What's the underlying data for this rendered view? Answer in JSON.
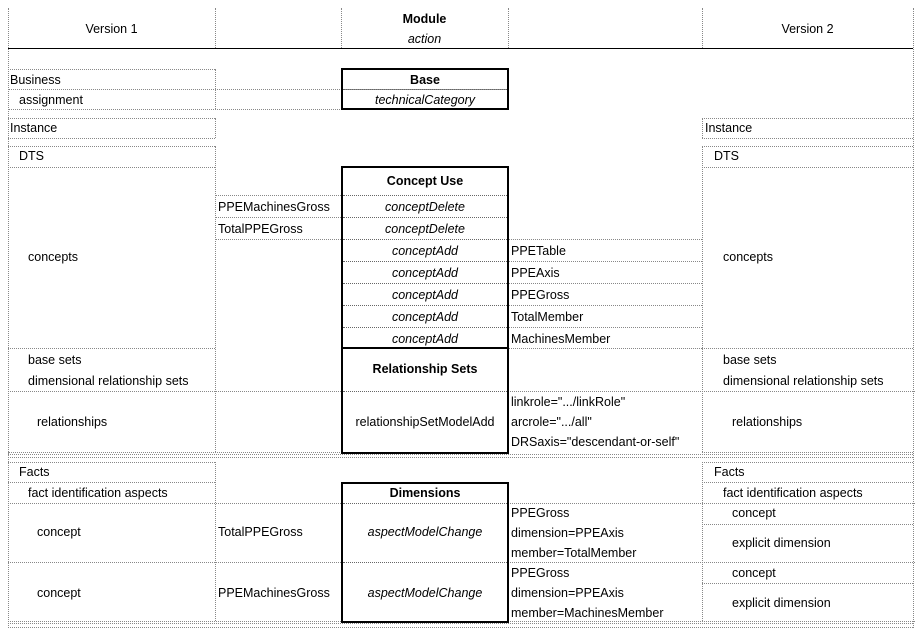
{
  "header": {
    "version1": "Version 1",
    "module": "Module",
    "action": "action",
    "version2": "Version 2"
  },
  "left": {
    "business": "Business",
    "assignment": "assignment",
    "instance": "Instance",
    "dts": "DTS",
    "concepts": "concepts",
    "base_sets": "base sets",
    "dimensional_relationship_sets": "dimensional relationship sets",
    "relationships": "relationships",
    "facts": "Facts",
    "fact_identification_aspects": "fact identification aspects",
    "concept_1": "concept",
    "concept_2": "concept"
  },
  "v1_items": {
    "ppe_machines_gross_1": "PPEMachinesGross",
    "total_ppe_gross_1": "TotalPPEGross",
    "total_ppe_gross_2": "TotalPPEGross",
    "ppe_machines_gross_2": "PPEMachinesGross"
  },
  "modules": {
    "base": {
      "title": "Base",
      "actions": [
        "technicalCategory"
      ]
    },
    "concept_use": {
      "title": "Concept Use",
      "actions": [
        "conceptDelete",
        "conceptDelete",
        "conceptAdd",
        "conceptAdd",
        "conceptAdd",
        "conceptAdd",
        "conceptAdd"
      ]
    },
    "relationship_sets": {
      "title": "Relationship Sets",
      "actions": [
        "relationshipSetModelAdd"
      ]
    },
    "dimensions": {
      "title": "Dimensions",
      "actions": [
        "aspectModelChange",
        "aspectModelChange"
      ]
    }
  },
  "v2_items": {
    "ppe_table": "PPETable",
    "ppe_axis": "PPEAxis",
    "ppe_gross": "PPEGross",
    "total_member": "TotalMember",
    "machines_member": "MachinesMember",
    "linkrole": "linkrole=\".../linkRole\"",
    "arcrole": "arcrole=\".../all\"",
    "drsaxis": "DRSaxis=\"descendant-or-self\"",
    "dim1_concept": "PPEGross",
    "dim1_dimension": "dimension=PPEAxis",
    "dim1_member": "member=TotalMember",
    "dim2_concept": "PPEGross",
    "dim2_dimension": "dimension=PPEAxis",
    "dim2_member": "member=MachinesMember"
  },
  "right": {
    "instance": "Instance",
    "dts": "DTS",
    "concepts": "concepts",
    "base_sets": "base sets",
    "dimensional_relationship_sets": "dimensional relationship sets",
    "relationships": "relationships",
    "facts": "Facts",
    "fact_identification_aspects": "fact identification aspects",
    "concept_1": "concept",
    "explicit_dimension_1": "explicit dimension",
    "concept_2": "concept",
    "explicit_dimension_2": "explicit dimension"
  }
}
